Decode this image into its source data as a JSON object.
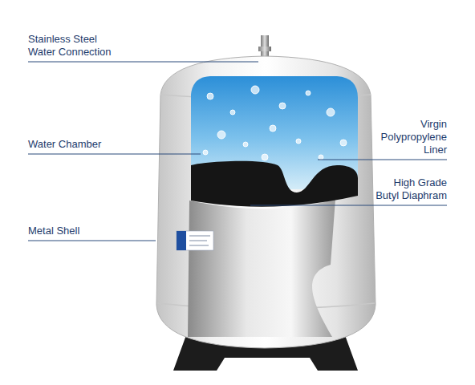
{
  "diagram": {
    "labels": [
      "Stainless Steel Water Connection",
      "Virgin Polypropylene Liner",
      "Water Chamber",
      "High Grade Butyl Diaphram",
      "Metal Shell"
    ]
  }
}
